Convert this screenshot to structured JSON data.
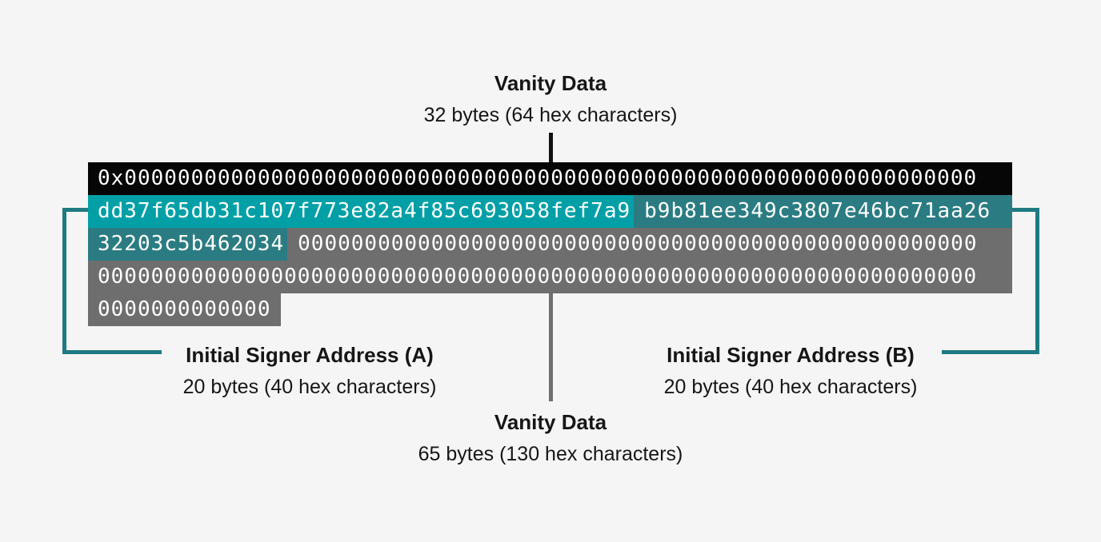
{
  "labels": {
    "top": {
      "title": "Vanity Data",
      "subtitle": "32 bytes (64 hex characters)"
    },
    "bottom": {
      "title": "Vanity Data",
      "subtitle": "65 bytes (130 hex characters)"
    },
    "signer_a": {
      "title": "Initial Signer Address (A)",
      "subtitle": "20 bytes (40 hex characters)"
    },
    "signer_b": {
      "title": "Initial Signer Address (B)",
      "subtitle": "20 bytes (40 hex characters)"
    }
  },
  "hex": {
    "prefix_row": "0x0000000000000000000000000000000000000000000000000000000000000000",
    "signer_a": "dd37f65db31c107f773e82a4f85c693058fef7a9",
    "signer_b_part1": "b9b81ee349c3807e46bc71aa26",
    "signer_b_part2": "32203c5b462034",
    "zeros_row3": "000000000000000000000000000000000000000000000000000",
    "zeros_row4": "000000000000000000000000000000000000000000000000000000000000000000",
    "zeros_row5": "0000000000000"
  },
  "colors": {
    "page_bg": "#F5F5F6",
    "prefix_row_bg": "#060606",
    "signer_a_bg": "#02A0A6",
    "signer_b_bg": "#2B7C82",
    "zeros_bg": "#6E6E6E",
    "bracket_line": "#1F7A81",
    "vanity_line_top": "#111111",
    "vanity_line_bottom": "#6E6E6E",
    "hex_text": "#FFFFFF",
    "label_text": "#161616"
  }
}
